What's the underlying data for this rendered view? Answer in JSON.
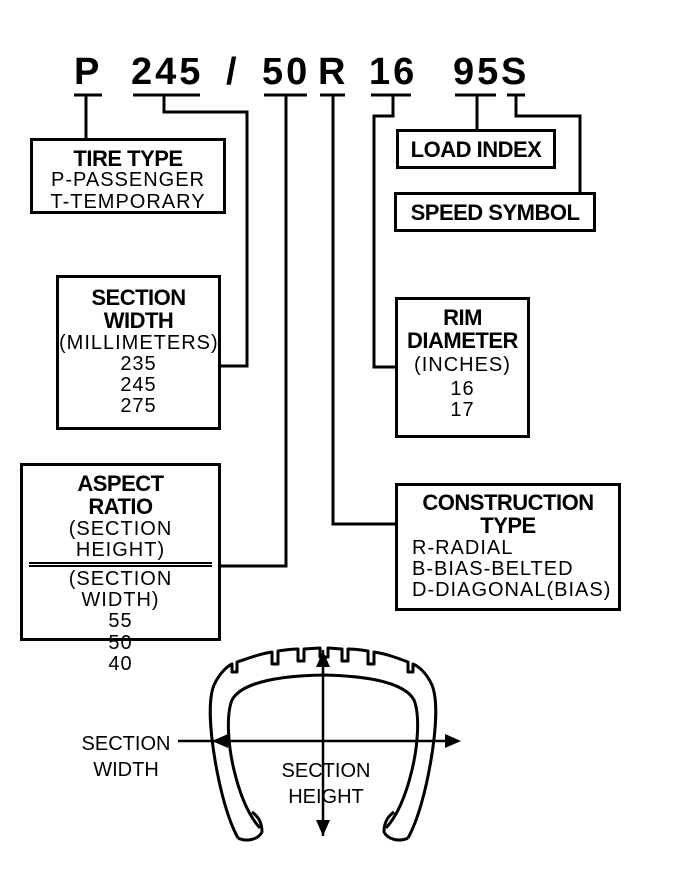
{
  "code": {
    "type": "P",
    "width": "245",
    "slash": "/",
    "ratio": "50",
    "construction": "R",
    "rim": "16",
    "load": "95",
    "speed": "S"
  },
  "tire_type": {
    "title": "TIRE TYPE",
    "lines": [
      "P-PASSENGER",
      "T-TEMPORARY"
    ]
  },
  "section_width": {
    "title": [
      "SECTION",
      "WIDTH"
    ],
    "unit": "(MILLIMETERS)",
    "values": [
      "235",
      "245",
      "275"
    ]
  },
  "aspect_ratio": {
    "title": [
      "ASPECT",
      "RATIO"
    ],
    "numerator": "(SECTION HEIGHT)",
    "denominator": "(SECTION WIDTH)",
    "values": [
      "55",
      "50",
      "40"
    ]
  },
  "load_index": {
    "title": "LOAD INDEX"
  },
  "speed_symbol": {
    "title": "SPEED SYMBOL"
  },
  "rim_diameter": {
    "title": [
      "RIM",
      "DIAMETER"
    ],
    "unit": "(INCHES)",
    "values": [
      "16",
      "17"
    ]
  },
  "construction_type": {
    "title": [
      "CONSTRUCTION",
      "TYPE"
    ],
    "lines": [
      "R-RADIAL",
      "B-BIAS-BELTED",
      "D-DIAGONAL(BIAS)"
    ]
  },
  "tire_section": {
    "width_label": [
      "SECTION",
      "WIDTH"
    ],
    "height_label": [
      "SECTION",
      "HEIGHT"
    ]
  }
}
